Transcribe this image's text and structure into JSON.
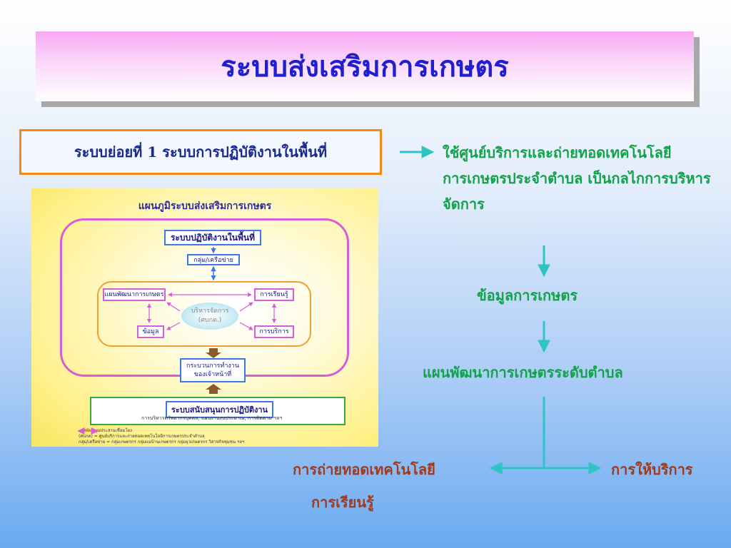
{
  "title": "ระบบส่งเสริมการเกษตร",
  "subsystem_label": "ระบบย่อยที่ 1 ระบบการปฏิบัติงานในพื้นที่",
  "description": "ใช้ศูนย์บริการและถ่ายทอดเทคโนโลยีการเกษตรประจำตำบล เป็นกลไกการบริหารจัดการ",
  "step_data": "ข้อมูลการเกษตร",
  "step_plan": "แผนพัฒนาการเกษตรระดับตำบล",
  "output_transfer": "การถ่ายทอดเทคโนโลยี",
  "output_learning": "การเรียนรู้",
  "output_service": "การให้บริการ",
  "figure": {
    "title": "แผนภูมิระบบส่งเสริมการเกษตร",
    "field_ops": "ระบบปฏิบัติงานในพื้นที่",
    "groups_networks": "กลุ่ม/เครือข่าย",
    "dev_plan": "แผนพัฒนาการเกษตร",
    "learning": "การเรียนรู้",
    "data": "ข้อมูล",
    "services": "การบริการ",
    "center_line1": "บริหารจัดการ",
    "center_line2": "(ศบกต.)",
    "work_process_line1": "กระบวนการทำงาน",
    "work_process_line2": "ของเจ้าหน้าที่",
    "support_system": "ระบบสนับสนุนการปฏิบัติงาน",
    "support_detail": "การบริหารทรัพยากรบุคคล, แผนงานงบประมาณ, การติดตาม ฯลฯ",
    "legend": [
      "= สนับสนุนประสานเชื่อมโยง",
      "(ศบกต)   = ศูนย์บริการและถ่ายทอดเทคโนโลยีการเกษตรประจำตำบล",
      "กลุ่ม/เครือข่าย = กลุ่มเกษตรกร กลุ่มแม่บ้านเกษตรกร กลุ่มยุวเกษตรกร วิสาหกิจชุมชน ฯลฯ"
    ]
  },
  "colors": {
    "title_text": "#1f1fd0",
    "arrow": "#2ec4c4",
    "green_text": "#11a24a",
    "brown_text": "#a2391a",
    "orange_border": "#f28a1a"
  }
}
